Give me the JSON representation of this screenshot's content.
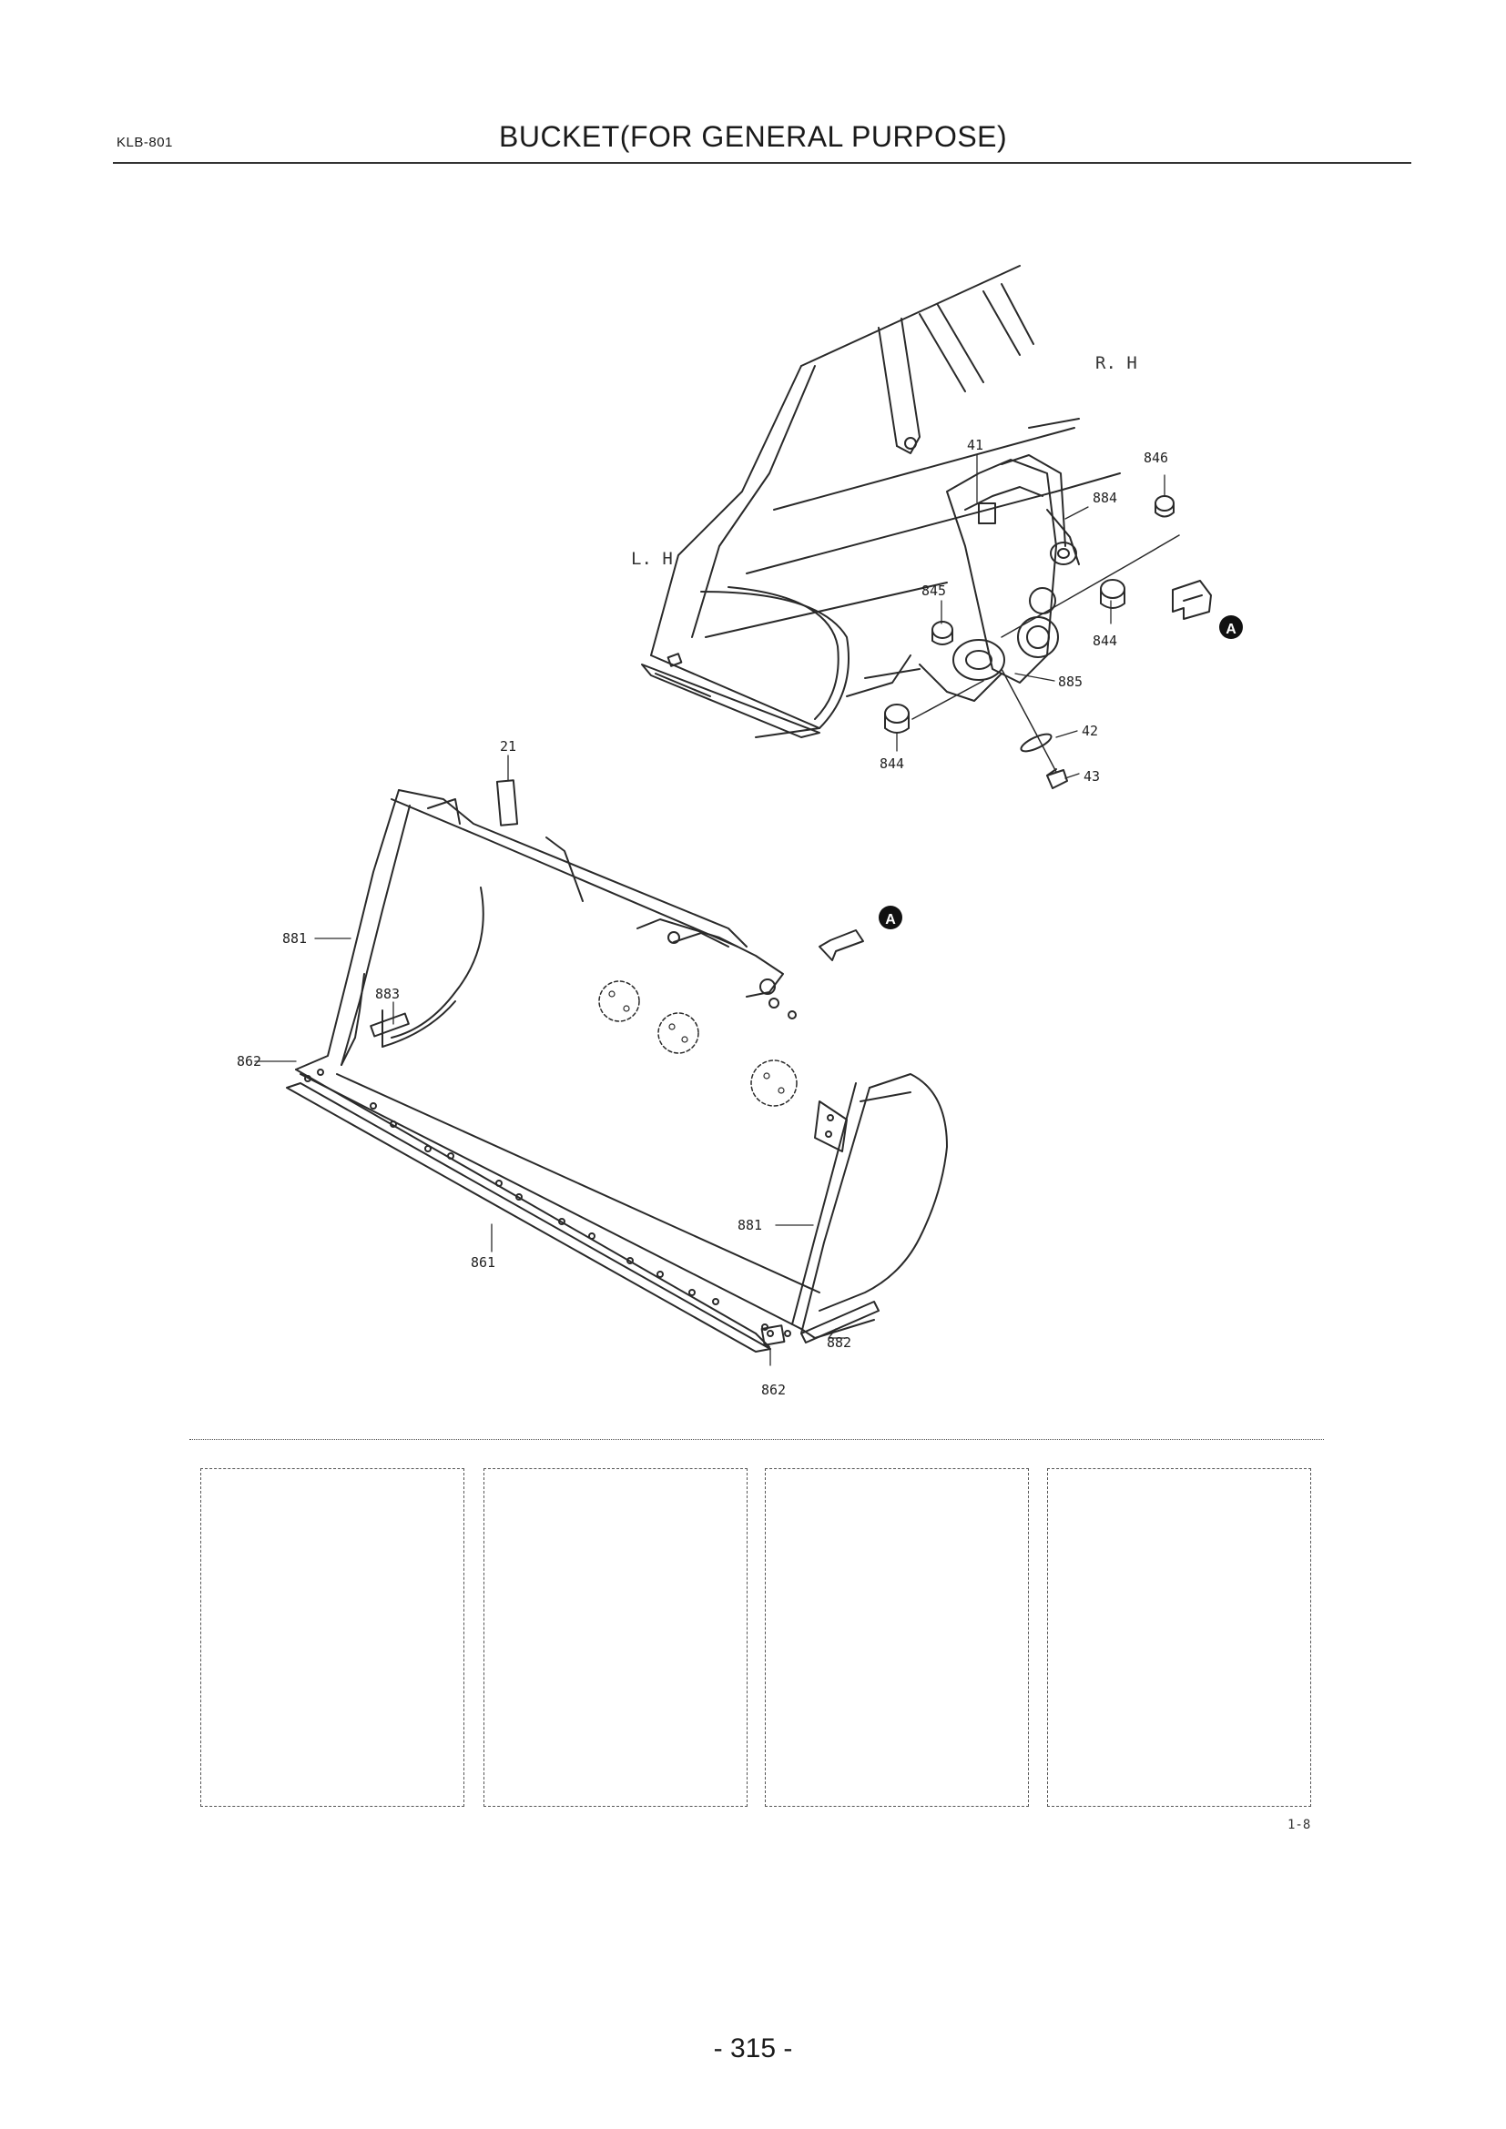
{
  "header": {
    "doc_code": "KLB-801",
    "title": "BUCKET(FOR GENERAL PURPOSE)"
  },
  "diagram": {
    "view_labels": {
      "right_hand": "R. H",
      "left_hand": "L. H"
    },
    "view_marker": "A",
    "callouts": {
      "p41": "41",
      "p846": "846",
      "p884": "884",
      "p845": "845",
      "p844a": "844",
      "p885": "885",
      "p42": "42",
      "p43": "43",
      "p844b": "844",
      "p21": "21",
      "p881a": "881",
      "p883": "883",
      "p862a": "862",
      "p881b": "881",
      "p861": "861",
      "p882": "882",
      "p862b": "862"
    }
  },
  "notes": {
    "boxes": [
      "",
      "",
      "",
      ""
    ]
  },
  "footer": {
    "figure_ref": "1-8",
    "page_number": "- 315 -"
  }
}
